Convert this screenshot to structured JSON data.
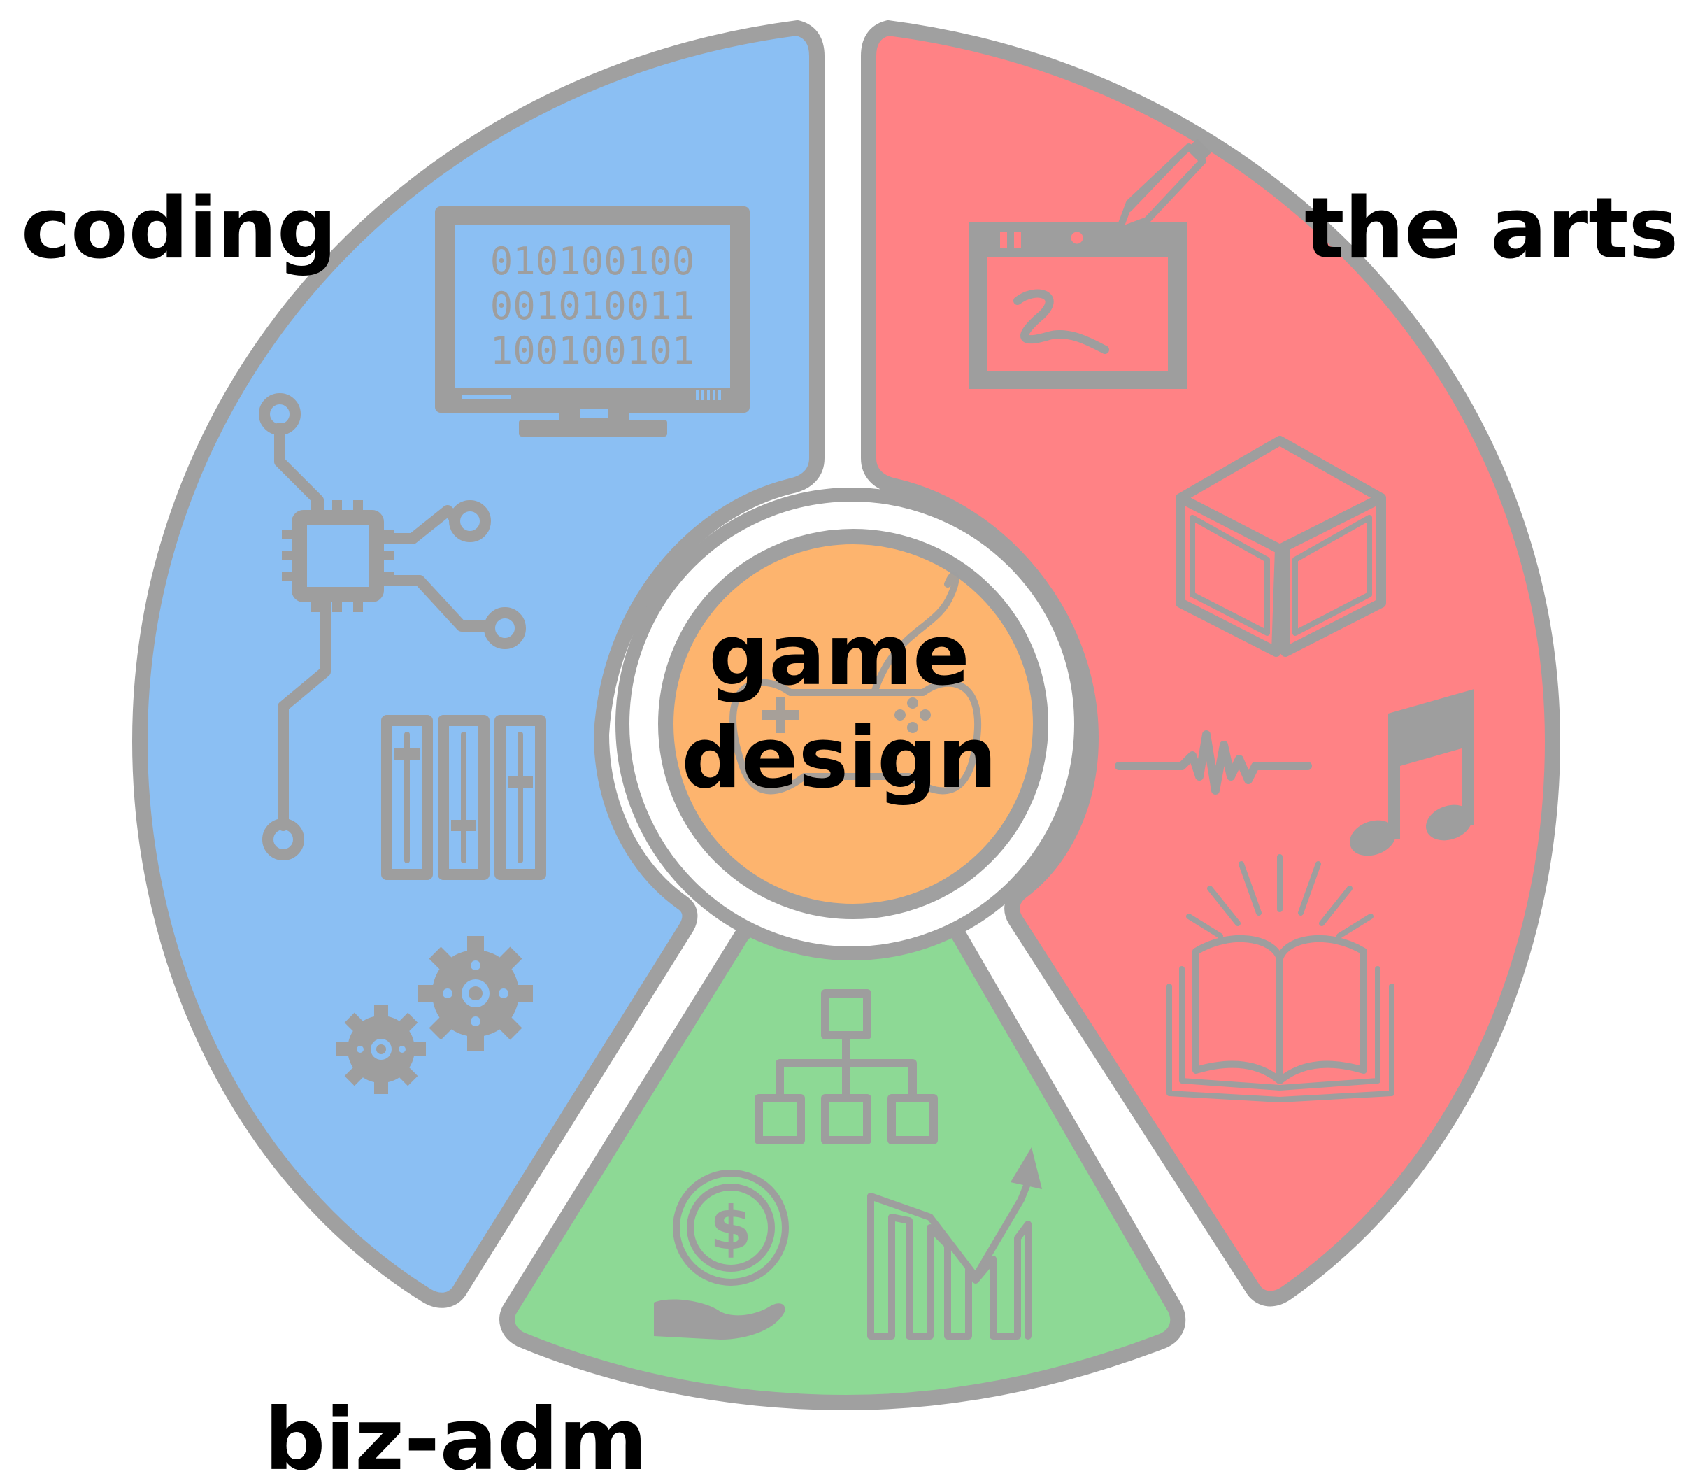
{
  "diagram": {
    "segments": [
      {
        "key": "coding",
        "label": "coding",
        "color": "#8bbff3"
      },
      {
        "key": "arts",
        "label": "the arts",
        "color": "#ff8285"
      },
      {
        "key": "biz",
        "label": "biz-adm",
        "color": "#8dd995"
      }
    ],
    "center": {
      "line1": "game",
      "line2": "design",
      "color": "#fdb46e"
    },
    "outline_color": "#a0a0a0",
    "binary_rows": [
      "010100100",
      "001010011",
      "100100101"
    ],
    "dollar_glyph": "$",
    "icons": {
      "coding": [
        "monitor-binary-icon",
        "circuit-chip-icon",
        "mixer-sliders-icon",
        "gears-icon"
      ],
      "arts": [
        "drawing-tablet-icon",
        "cube-icon",
        "soundwave-icon",
        "music-note-icon",
        "open-book-icon"
      ],
      "biz": [
        "org-chart-icon",
        "money-hand-icon",
        "growth-chart-icon"
      ],
      "center": [
        "gamepad-icon"
      ]
    }
  }
}
